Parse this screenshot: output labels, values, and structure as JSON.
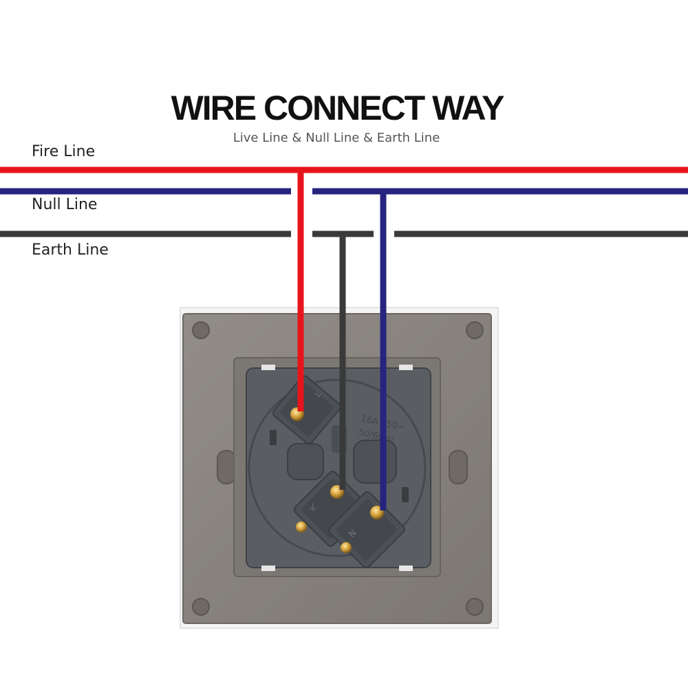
{
  "header": {
    "title": "WIRE CONNECT WAY",
    "subtitle": "Live Line & Null Line & Earth Line"
  },
  "lines": {
    "fire_label": "Fire Line",
    "null_label": "Null Line",
    "earth_label": "Earth Line"
  },
  "colors": {
    "fire": "#e8141b",
    "null": "#27247f",
    "earth": "#3a3a3a",
    "plate": "#8a8580",
    "socket_body": "#5a5e63",
    "brass": "#c89a3a"
  },
  "socket": {
    "rating_line1": "16A 250~",
    "rating_line2": "50/60Hz",
    "live_terminal_mark": "L",
    "neutral_terminal_mark": "N",
    "earth_terminal_mark": "⏚"
  }
}
